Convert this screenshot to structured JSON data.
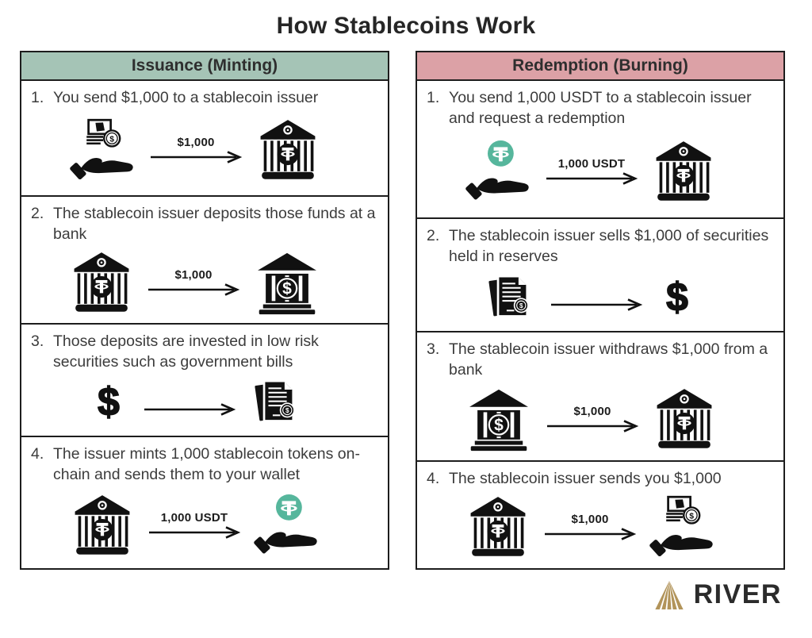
{
  "title": "How Stablecoins Work",
  "columns": [
    {
      "id": "issuance",
      "header": "Issuance (Minting)",
      "steps": [
        {
          "num": "1.",
          "text": "You send $1,000 to a stablecoin issuer",
          "from_icon": "hand-money",
          "arrow_label": "$1,000",
          "to_icon": "bank-tether"
        },
        {
          "num": "2.",
          "text": "The stablecoin issuer deposits those funds at a bank",
          "from_icon": "bank-tether",
          "arrow_label": "$1,000",
          "to_icon": "bank-dollar"
        },
        {
          "num": "3.",
          "text": "Those deposits are invested in low risk securities such as government bills",
          "from_icon": "dollar-sign",
          "arrow_label": "",
          "to_icon": "documents"
        },
        {
          "num": "4.",
          "text": "The issuer mints 1,000 stablecoin tokens on-chain and sends them to your wallet",
          "from_icon": "bank-tether",
          "arrow_label": "1,000 USDT",
          "to_icon": "hand-tether"
        }
      ]
    },
    {
      "id": "redemption",
      "header": "Redemption (Burning)",
      "steps": [
        {
          "num": "1.",
          "text": "You send 1,000 USDT to a stablecoin issuer and request a redemption",
          "from_icon": "hand-tether",
          "arrow_label": "1,000 USDT",
          "to_icon": "bank-tether"
        },
        {
          "num": "2.",
          "text": "The stablecoin issuer sells $1,000 of securities held in reserves",
          "from_icon": "documents",
          "arrow_label": "",
          "to_icon": "dollar-sign"
        },
        {
          "num": "3.",
          "text": "The stablecoin issuer withdraws $1,000 from a bank",
          "from_icon": "bank-dollar",
          "arrow_label": "$1,000",
          "to_icon": "bank-tether"
        },
        {
          "num": "4.",
          "text": "The stablecoin issuer sends you $1,000",
          "from_icon": "bank-tether",
          "arrow_label": "$1,000",
          "to_icon": "hand-money"
        }
      ]
    }
  ],
  "logo": {
    "text": "RIVER",
    "icon": "river-mountain-icon"
  },
  "colors": {
    "tether": "#56b69c",
    "issuance_header": "#a5c4b6",
    "redemption_header": "#dca1a6",
    "river_gold": "#b2945a",
    "border": "#1d1d1d",
    "text": "#3c3c3c"
  }
}
